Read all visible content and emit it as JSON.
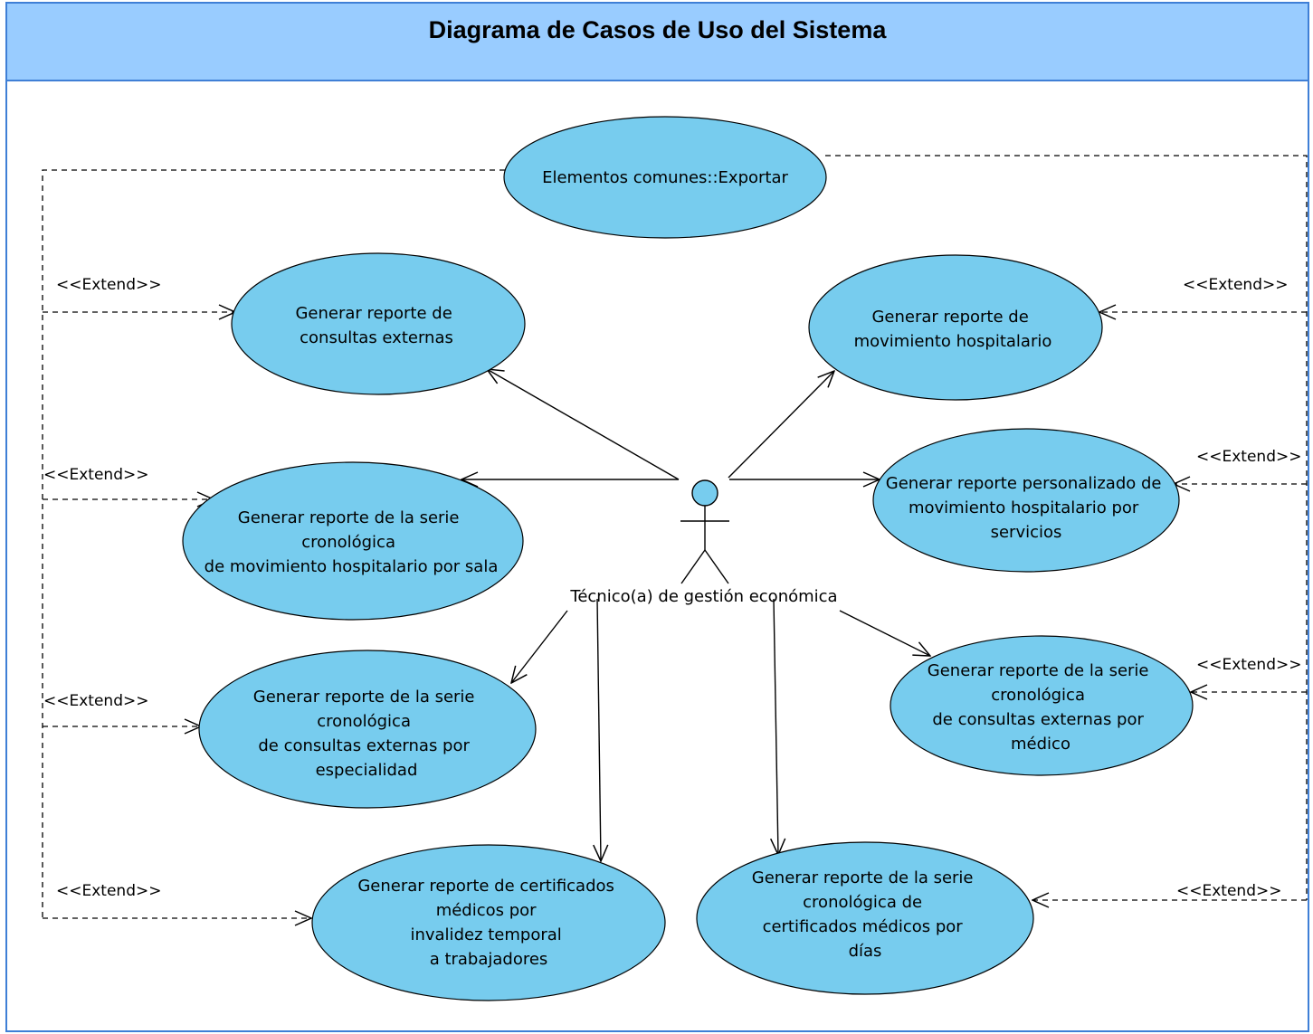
{
  "title": "Diagrama de Casos de Uso del Sistema",
  "colors": {
    "header_bg": "#99ccff",
    "frame_border": "#3f7fd6",
    "usecase_fill": "#77ccee",
    "line": "#000000"
  },
  "actor": {
    "name": "Técnico(a) de gestión económica"
  },
  "extend_label": "<<Extend>>",
  "extend_labels": {
    "left_1": "<<Extend>>",
    "left_2": "<<Extend>>",
    "left_3": "<<Extend>>",
    "left_4": "<<Extend>>",
    "right_1": "<<Extend>>",
    "right_2": "<<Extend>>",
    "right_3": "<<Extend>>",
    "right_4": "<<Extend>>"
  },
  "use_cases": {
    "exportar": [
      "Elementos comunes::Exportar"
    ],
    "consultas_externas": [
      "Generar reporte  de",
      "consultas externas"
    ],
    "movimiento_hospitalario": [
      "Generar reporte de",
      "movimiento hospitalario"
    ],
    "serie_sala": [
      "Generar reporte de la serie",
      "cronológica",
      "de movimiento hospitalario por sala"
    ],
    "personalizado_servicios": [
      "Generar reporte personalizado de",
      "movimiento hospitalario por",
      "servicios"
    ],
    "serie_especialidad": [
      "Generar reporte de la serie",
      "cronológica",
      "de consultas externas por",
      "especialidad"
    ],
    "serie_medico": [
      "Generar reporte de la serie",
      "cronológica",
      "de consultas externas por",
      "médico"
    ],
    "certificados_invalidez": [
      "Generar reporte de certificados",
      "médicos por",
      "invalidez temporal",
      "a trabajadores"
    ],
    "serie_certificados_dias": [
      "Generar reporte de la serie",
      "cronológica de",
      "certificados  médicos por",
      "días"
    ]
  }
}
